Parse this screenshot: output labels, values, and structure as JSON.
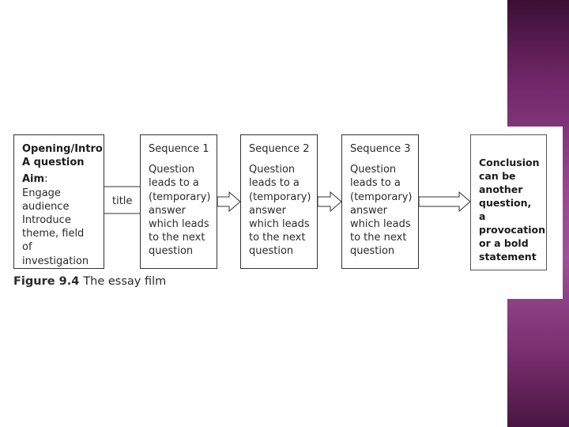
{
  "figure": {
    "opening": {
      "heading": "Opening/Intro\nA question",
      "aim_label": "Aim",
      "body": "Engage\naudience\nIntroduce\ntheme, field of\ninvestigation"
    },
    "link_label": "title",
    "sequences": [
      {
        "heading": "Sequence 1",
        "body": "Question\nleads to a\n(temporary)\nanswer\nwhich leads\nto the next\nquestion"
      },
      {
        "heading": "Sequence 2",
        "body": "Question\nleads to a\n(temporary)\nanswer\nwhich leads\nto the next\nquestion"
      },
      {
        "heading": "Sequence 3",
        "body": "Question\nleads to a\n(temporary)\nanswer\nwhich leads\nto the next\nquestion"
      }
    ],
    "conclusion": "Conclusion\ncan be\nanother\nquestion, a\nprovocation\nor a bold\nstatement",
    "caption": {
      "number": "Figure 9.4",
      "text": "The essay film"
    }
  },
  "colors": {
    "accent_stripe": "#9a4892",
    "line": "#333333"
  }
}
